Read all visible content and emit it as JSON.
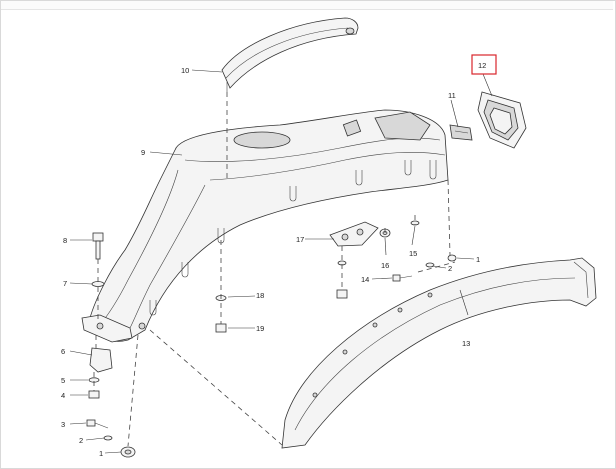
{
  "callouts": {
    "c1": "1",
    "c2a": "2",
    "c2b": "2",
    "c1b": "1",
    "c3": "3",
    "c4": "4",
    "c5": "5",
    "c6": "6",
    "c7": "7",
    "c8": "8",
    "c9": "9",
    "c10": "10",
    "c11": "11",
    "c12": "12",
    "c13": "13",
    "c14": "14",
    "c15": "15",
    "c16": "16",
    "c17": "17",
    "c18": "18",
    "c19": "19"
  },
  "highlight": {
    "color": "#d9262b"
  }
}
